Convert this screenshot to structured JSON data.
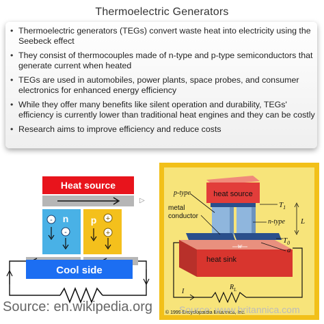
{
  "title": "Thermoelectric Generators",
  "bullets": [
    "Thermoelectric generators (TEGs) convert waste heat into electricity using the Seebeck effect",
    "They consist of thermocouples made of n-type and p-type semiconductors that generate current when heated",
    "TEGs are used in automobiles, power plants, space probes, and consumer electronics for enhanced energy efficiency",
    "While they offer many benefits like silent operation and durability, TEGs' efficiency is currently lower than traditional heat engines and they can be costly",
    "Research aims to improve efficiency and reduce costs"
  ],
  "left_diagram": {
    "heat_source": "Heat source",
    "cool_side": "Cool side",
    "n_label": "n",
    "p_label": "p",
    "minus": "-",
    "plus": "+",
    "colors": {
      "heat_source": "#e8141c",
      "cool_side": "#1c6ef2",
      "n_leg": "#49b1e6",
      "p_leg": "#f4c01c",
      "conductor": "#b6b6b6"
    }
  },
  "right_diagram": {
    "heat_source": "heat source",
    "heat_sink": "heat sink",
    "p_type": "p-type",
    "n_type": "n-type",
    "metal_conductor_1": "metal",
    "metal_conductor_2": "conductor",
    "t1": "T",
    "t1_sub": "1",
    "t0": "T",
    "t0_sub": "0",
    "w": "w",
    "a": "a",
    "L": "L",
    "I": "I",
    "rl": "R",
    "rl_sub": "L",
    "copyright": "© 1999 Encyclopædia Britannica, Inc.",
    "colors": {
      "background": "#f7e47a",
      "border": "#f2c019",
      "heat_source": "#e23d3a",
      "heat_sink": "#d8352e",
      "legs": "#8fb6dd",
      "plate": "#2a4f8c"
    }
  },
  "source_left": "Source: en.wikipedia.org",
  "source_right": "Source: www.britannica.com",
  "arrow_glyph": "▷"
}
